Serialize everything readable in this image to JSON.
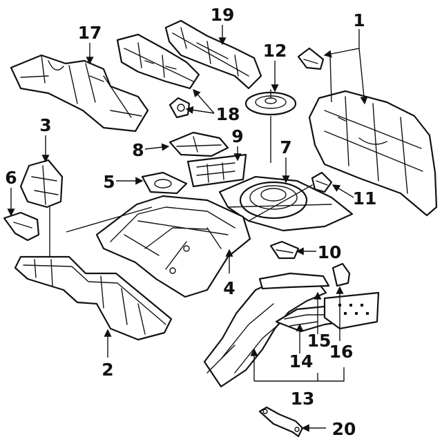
{
  "diagram": {
    "callouts": [
      "1",
      "2",
      "3",
      "4",
      "5",
      "6",
      "7",
      "8",
      "9",
      "10",
      "11",
      "12",
      "13",
      "14",
      "15",
      "16",
      "17",
      "18",
      "19",
      "20"
    ]
  },
  "colors": {
    "ink": "#111111",
    "paper": "#ffffff"
  }
}
